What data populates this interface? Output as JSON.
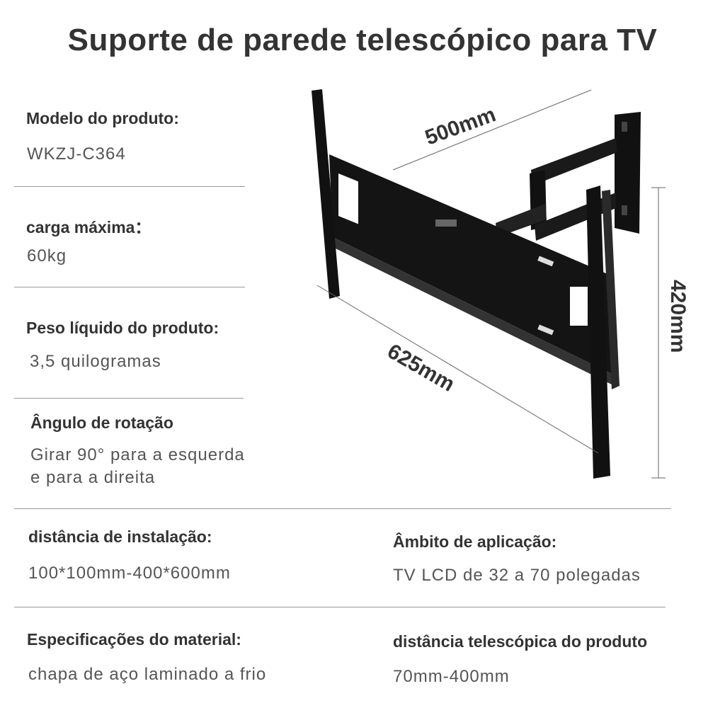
{
  "title": "Suporte de parede telescópico para TV",
  "specs": {
    "model_label": "Modelo do produto:",
    "model_value": "WKZJ-C364",
    "load_label": "carga máxima：",
    "load_value": "60kg",
    "weight_label": "Peso líquido do produto:",
    "weight_value": "3,5 quilogramas",
    "rotation_label": "Ângulo de rotação",
    "rotation_value_1": "Girar 90° para a esquerda",
    "rotation_value_2": "e para a direita",
    "install_label": "distância de instalação:",
    "install_value": "100*100mm-400*600mm",
    "scope_label": "Âmbito de aplicação:",
    "scope_value": "TV LCD de 32 a 70 polegadas",
    "material_label": "Especificações do material:",
    "material_value": "chapa de aço laminado a frio",
    "telescopic_label": "distância telescópica do produto",
    "telescopic_value": "70mm-400mm"
  },
  "dimensions": {
    "width_arm": "500mm",
    "length": "625mm",
    "height": "420mm"
  }
}
